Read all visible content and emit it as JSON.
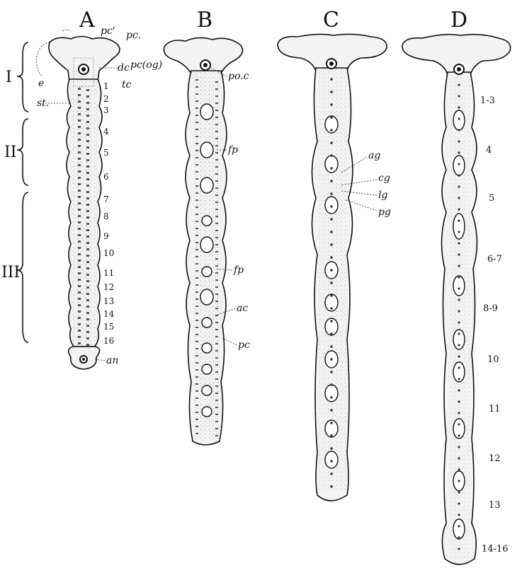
{
  "panels": [
    {
      "letter": "A"
    },
    {
      "letter": "B"
    },
    {
      "letter": "C"
    },
    {
      "letter": "D"
    }
  ],
  "regions": [
    "I",
    "II",
    "III"
  ],
  "labels_a": {
    "pc_prime": "pc'",
    "pc": "pc.",
    "dc": "dc",
    "pc_og": "pc(og)",
    "tc": "tc",
    "e": "e",
    "st": "st.",
    "an": "an",
    "segments": [
      "1",
      "2",
      "3",
      "4",
      "5",
      "6",
      "7",
      "8",
      "9",
      "10",
      "11",
      "12",
      "13",
      "14",
      "15",
      "16"
    ]
  },
  "labels_b": {
    "poc": "po.c",
    "fp1": "fp",
    "fp2": "fp",
    "ac": "ac",
    "pc": "pc"
  },
  "labels_c": {
    "ag": "ag",
    "cg": "cg",
    "lg": "lg",
    "pg": "pg"
  },
  "labels_d": [
    "1-3",
    "4",
    "5",
    "6-7",
    "8-9",
    "10",
    "11",
    "12",
    "13",
    "14-16"
  ]
}
